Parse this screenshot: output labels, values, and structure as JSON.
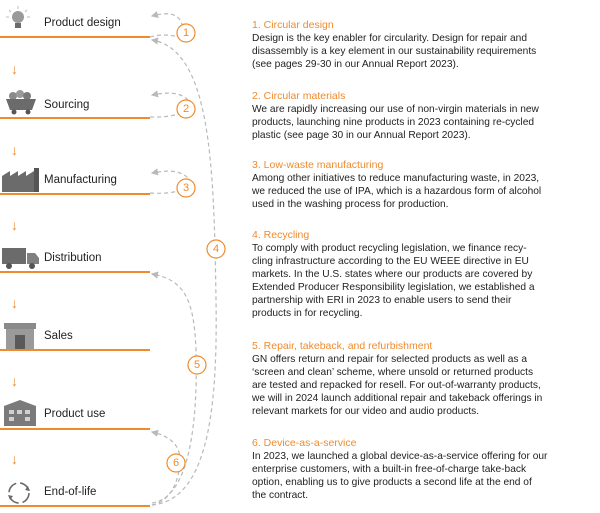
{
  "stages": [
    {
      "label": "Product design",
      "icon": "lightbulb-icon"
    },
    {
      "label": "Sourcing",
      "icon": "mine-cart-icon"
    },
    {
      "label": "Manufacturing",
      "icon": "factory-icon"
    },
    {
      "label": "Distribution",
      "icon": "truck-icon"
    },
    {
      "label": "Sales",
      "icon": "store-icon"
    },
    {
      "label": "Product use",
      "icon": "office-building-icon"
    },
    {
      "label": "End-of-life",
      "icon": "recycle-arrows-icon"
    }
  ],
  "loop_numbers": [
    "1",
    "2",
    "3",
    "4",
    "5",
    "6"
  ],
  "sections": [
    {
      "title": "1. Circular design",
      "body": [
        "Design is the key enabler for circularity. Design for repair and",
        "disassembly is a key element in our sustainability requirements",
        "(see pages 29-30 in our Annual Report 2023)."
      ]
    },
    {
      "title": "2. Circular materials",
      "body": [
        "We are rapidly increasing our use of non-virgin materials in new",
        "products, launching nine products in 2023 containing re-cycled",
        "plastic (see page 30 in our Annual Report 2023)."
      ]
    },
    {
      "title": "3. Low-waste manufacturing",
      "body": [
        "Among other initiatives to reduce manufacturing waste, in 2023,",
        "we reduced the use of IPA, which is a hazardous form of alcohol",
        "used in the washing process for production."
      ]
    },
    {
      "title": "4. Recycling",
      "body": [
        "To comply with product recycling legislation, we finance recy-",
        "cling infrastructure according to the EU WEEE directive in EU",
        "markets. In the U.S. states where our products are covered by",
        "Extended Producer Responsibility legislation, we established a",
        "partnership with ERI in 2023 to enable users to send their",
        "products in for recycling."
      ]
    },
    {
      "title": "5. Repair, takeback, and refurbishment",
      "body": [
        "GN offers return and repair for selected products as well as a",
        "‘screen and clean’ scheme, where unsold or returned products",
        "are tested and repacked for resell. For out-of-warranty products,",
        "we will in 2024 launch additional repair and takeback offerings in",
        "relevant markets for our video and audio products."
      ]
    },
    {
      "title": "6. Device-as-a-service",
      "body": [
        "In 2023, we launched a global device-as-a-service offering for our",
        "enterprise customers, with a built-in free-of-charge take-back",
        "option, enabling us to give products a second life at the end of",
        "the contract."
      ]
    }
  ],
  "colors": {
    "accent": "#ef8b2c",
    "icon": "#6b6b6b",
    "dashed": "#b9b9b9"
  }
}
